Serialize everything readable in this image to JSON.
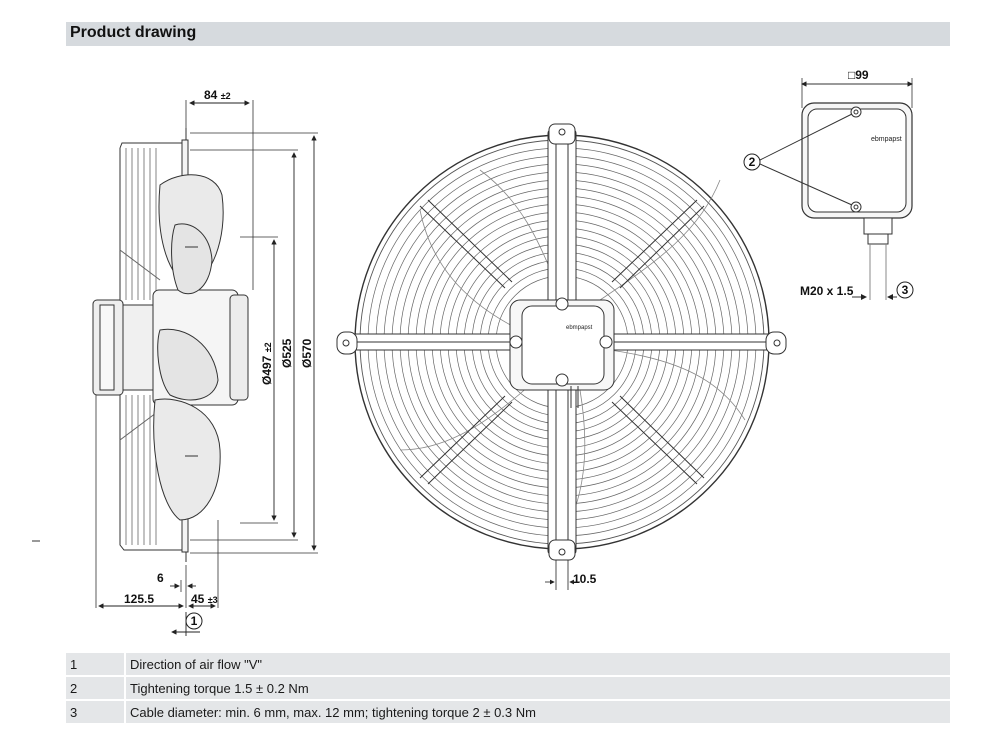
{
  "header": {
    "title": "Product drawing"
  },
  "dimensions": {
    "depth_top": "84",
    "depth_top_tol": "±2",
    "diameter_497": "Ø497",
    "diameter_497_tol": "±2",
    "diameter_525": "Ø525",
    "diameter_570": "Ø570",
    "offset_6": "6",
    "depth_125": "125.5",
    "depth_45": "45",
    "depth_45_tol": "±3",
    "mount_10": "10.5",
    "box_99": "□99",
    "cable_gland": "M20 x 1.5",
    "brand": "ebmpapst"
  },
  "callouts": [
    "1",
    "2",
    "3"
  ],
  "legend": [
    {
      "num": "1",
      "text": "Direction of air flow \"V\""
    },
    {
      "num": "2",
      "text": "Tightening torque 1.5 ± 0.2 Nm"
    },
    {
      "num": "3",
      "text": "Cable diameter: min. 6 mm, max. 12 mm; tightening torque 2 ± 0.3 Nm"
    }
  ]
}
